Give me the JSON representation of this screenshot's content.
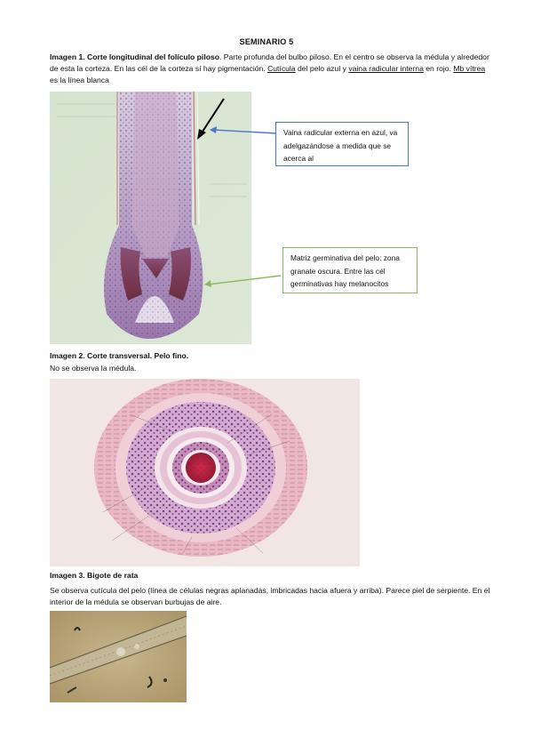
{
  "title": "SEMINARIO 5",
  "image1": {
    "label": "Imagen 1. Corte longitudinal del folículo piloso",
    "text_a": ". Parte profunda del bulbo piloso. En el centro se observa la médula y alrededor de esta la corteza. En las cél de la corteza sí hay pigmentación. ",
    "cuticula": "Cutícula",
    "text_b": " del pelo azul y ",
    "vaina": "vaina radicular interna",
    "text_c": " en rojo. ",
    "mb": "Mb vítrea",
    "text_d": " es la línea blanca",
    "callout_blue": "Vaina radicular externa en azul, va adelgazándose a medida que se acerca al",
    "callout_green": "Matriz germinativa del pelo: zona granate oscura. Entre las cél germinativas hay melanocitos",
    "colors": {
      "blue_arrow": "#4a78c2",
      "green_arrow": "#8ab85a",
      "black_arrow": "#000000"
    }
  },
  "image2": {
    "label": "Imagen 2. Corte transversal. Pelo fino.",
    "text": "No se observa la médula."
  },
  "image3": {
    "label": "Imagen 3. Bigote de rata",
    "text": "Se observa cutícula del pelo (línea de células negras aplanadas, imbricadas hacia afuera y arriba). Parece piel de serpiente. En el interior de la médula se observan burbujas de aire."
  }
}
